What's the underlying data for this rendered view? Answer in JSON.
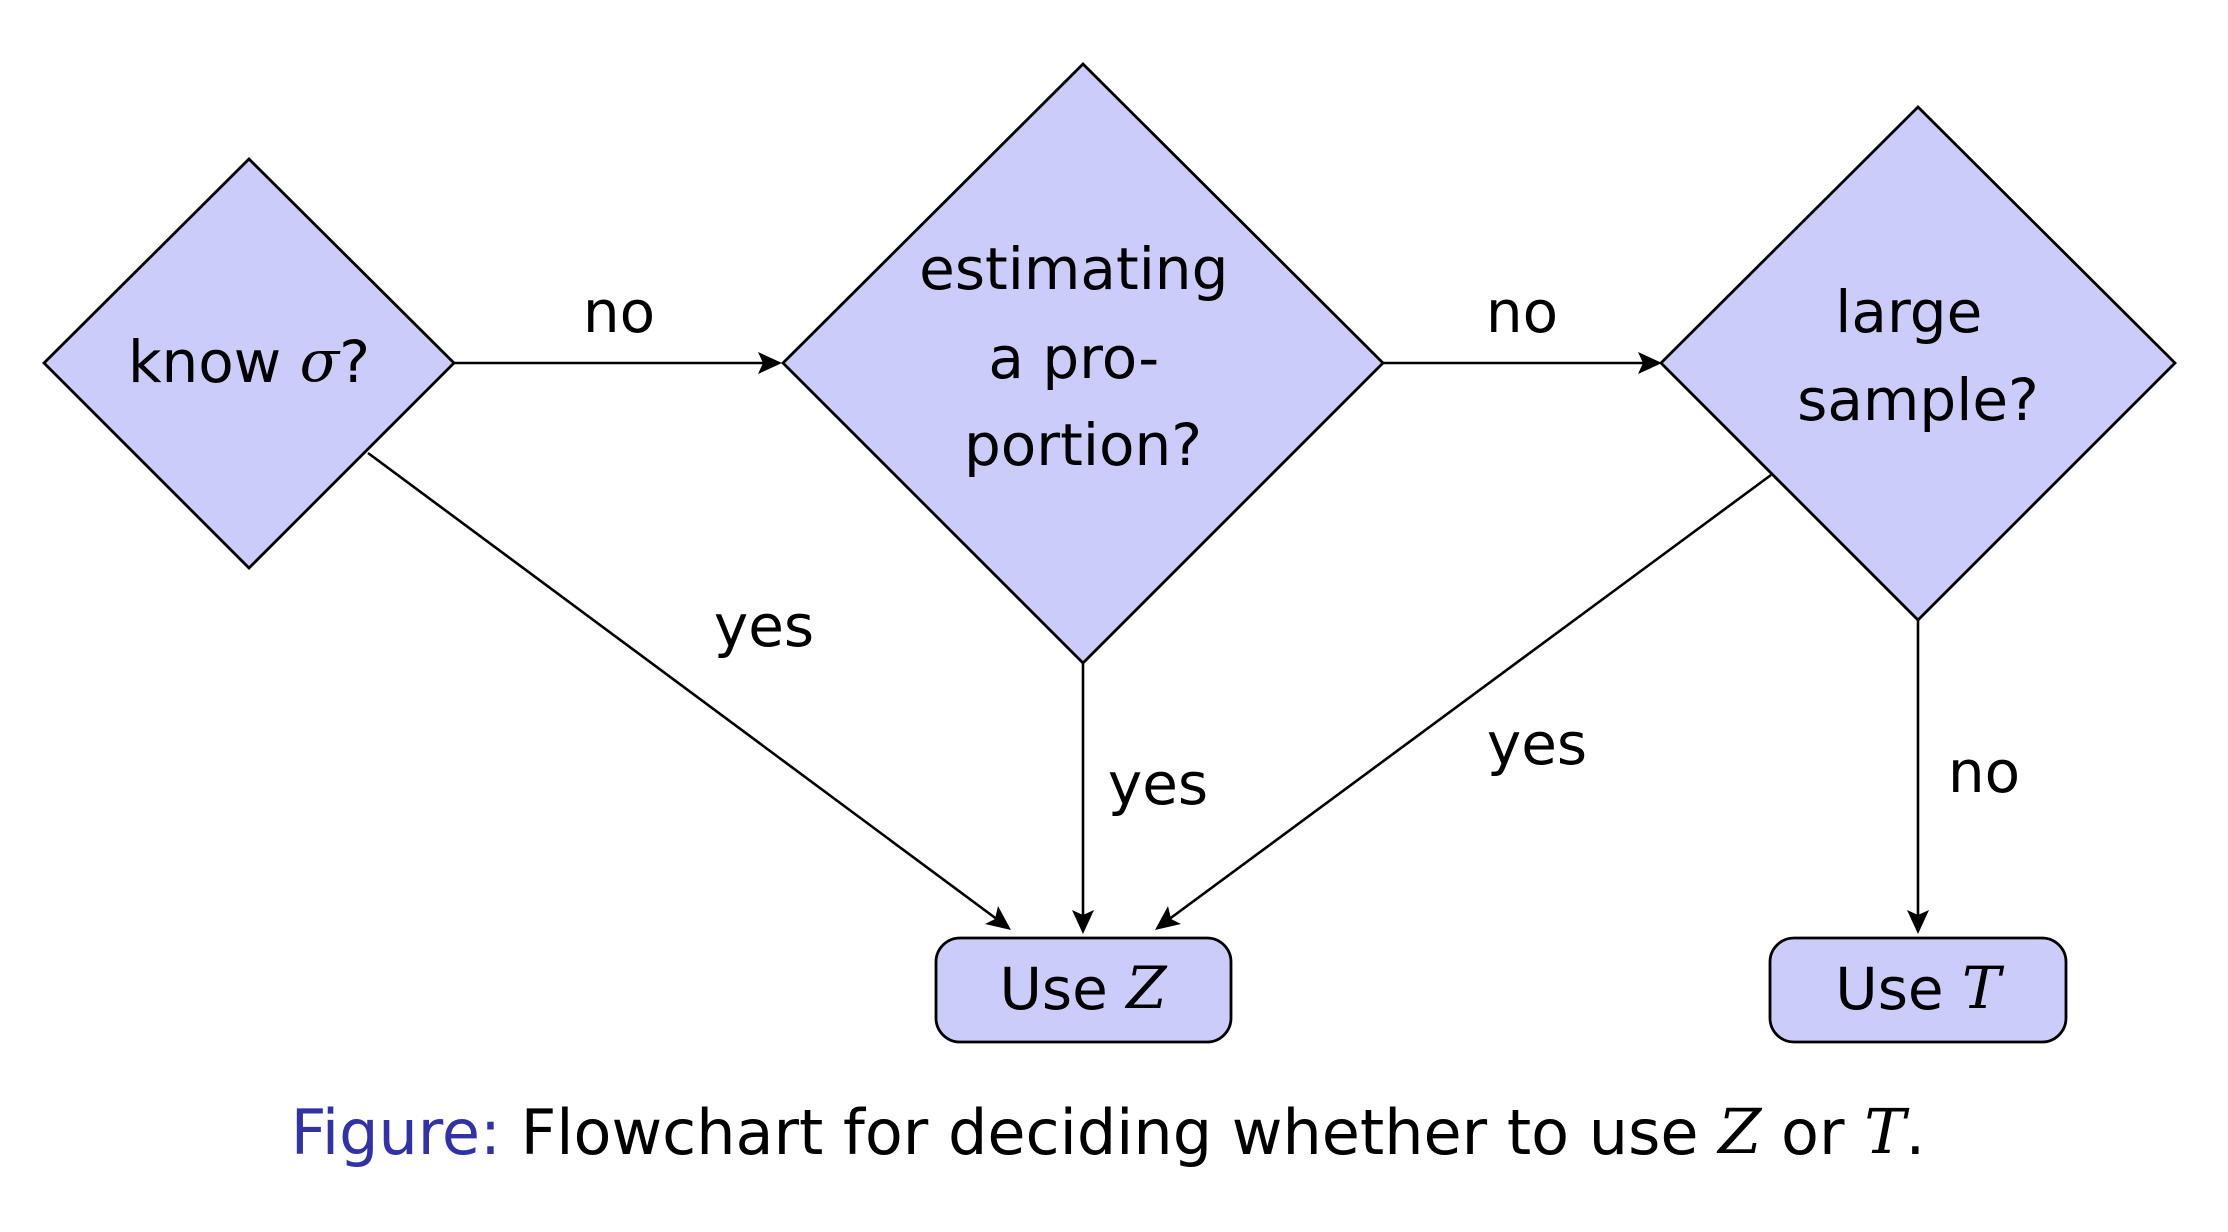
{
  "nodes": {
    "know_sigma": {
      "text": "know ",
      "symbol": "σ",
      "suffix": "?"
    },
    "estimating_proportion": {
      "lines": [
        "estimating",
        "a pro-",
        "portion?"
      ]
    },
    "large_sample": {
      "lines": [
        "large",
        "sample?"
      ]
    },
    "use_z": {
      "text": "Use ",
      "symbol": "Z"
    },
    "use_t": {
      "text": "Use ",
      "symbol": "T"
    }
  },
  "edges": {
    "sigma_to_proportion": "no",
    "proportion_to_sample": "no",
    "sigma_to_z": "yes",
    "proportion_to_z": "yes",
    "sample_to_z": "yes",
    "sample_to_t": "no"
  },
  "colors": {
    "node_fill": "#ccccfa",
    "caption_prefix": "#3232a8"
  },
  "caption": {
    "prefix": "Figure:",
    "text_before": " Flowchart for deciding whether to use ",
    "symbol_1": "Z",
    "text_middle": " or ",
    "symbol_2": "T",
    "text_after": "."
  }
}
